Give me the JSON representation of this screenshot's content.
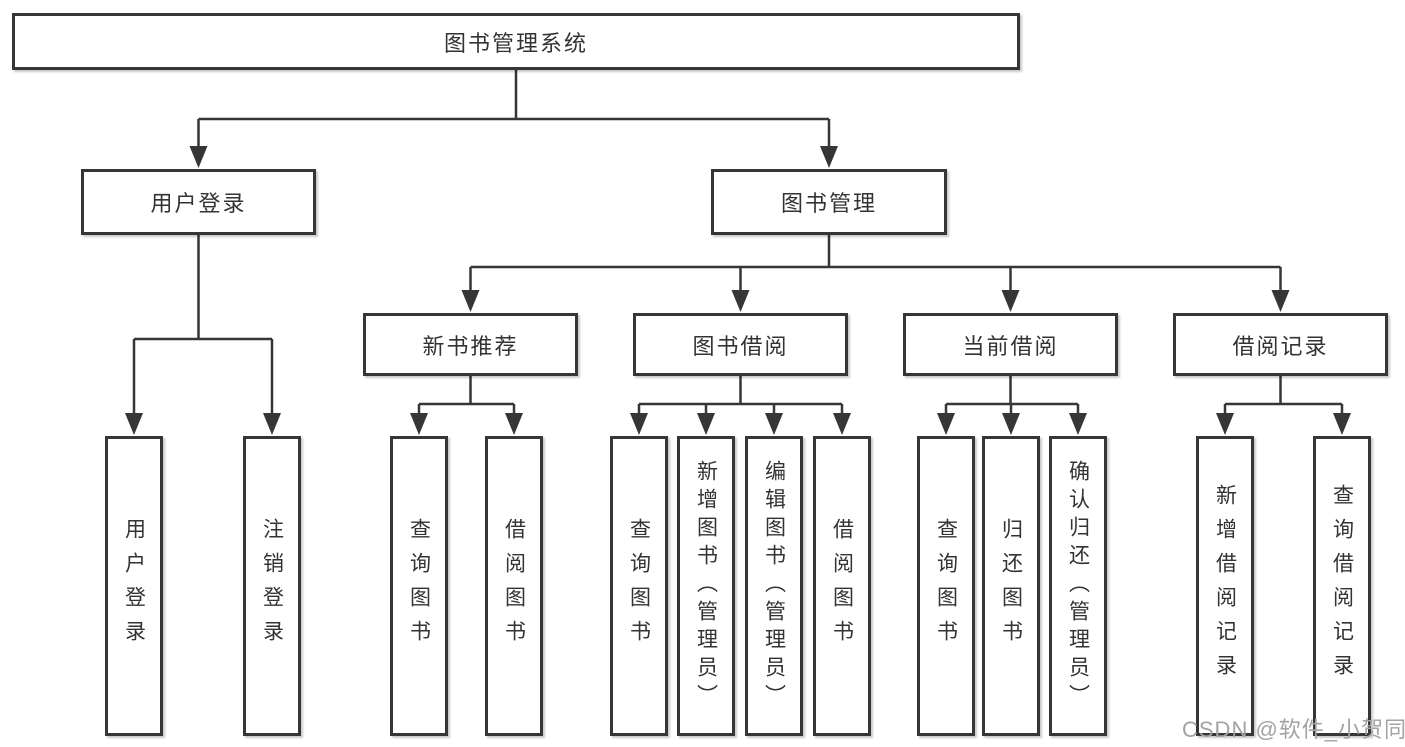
{
  "title": "图书管理系统",
  "branches": {
    "user_login": {
      "label": "用户登录",
      "children": [
        {
          "label": "用户登录"
        },
        {
          "label": "注销登录"
        }
      ]
    },
    "book_management": {
      "label": "图书管理",
      "sections": [
        {
          "label": "新书推荐",
          "children": [
            {
              "label": "查询图书"
            },
            {
              "label": "借阅图书"
            }
          ]
        },
        {
          "label": "图书借阅",
          "children": [
            {
              "label": "查询图书"
            },
            {
              "label": "新增图书（管理员）"
            },
            {
              "label": "编辑图书（管理员）"
            },
            {
              "label": "借阅图书"
            }
          ]
        },
        {
          "label": "当前借阅",
          "children": [
            {
              "label": "查询图书"
            },
            {
              "label": "归还图书"
            },
            {
              "label": "确认归还（管理员）"
            }
          ]
        },
        {
          "label": "借阅记录",
          "children": [
            {
              "label": "新增借阅记录"
            },
            {
              "label": "查询借阅记录"
            }
          ]
        }
      ]
    }
  },
  "watermark": "CSDN @软件_小贺同学",
  "colors": {
    "line": "#363636",
    "text": "#333333",
    "background": "#ffffff",
    "watermark": "#a3a3a3"
  }
}
